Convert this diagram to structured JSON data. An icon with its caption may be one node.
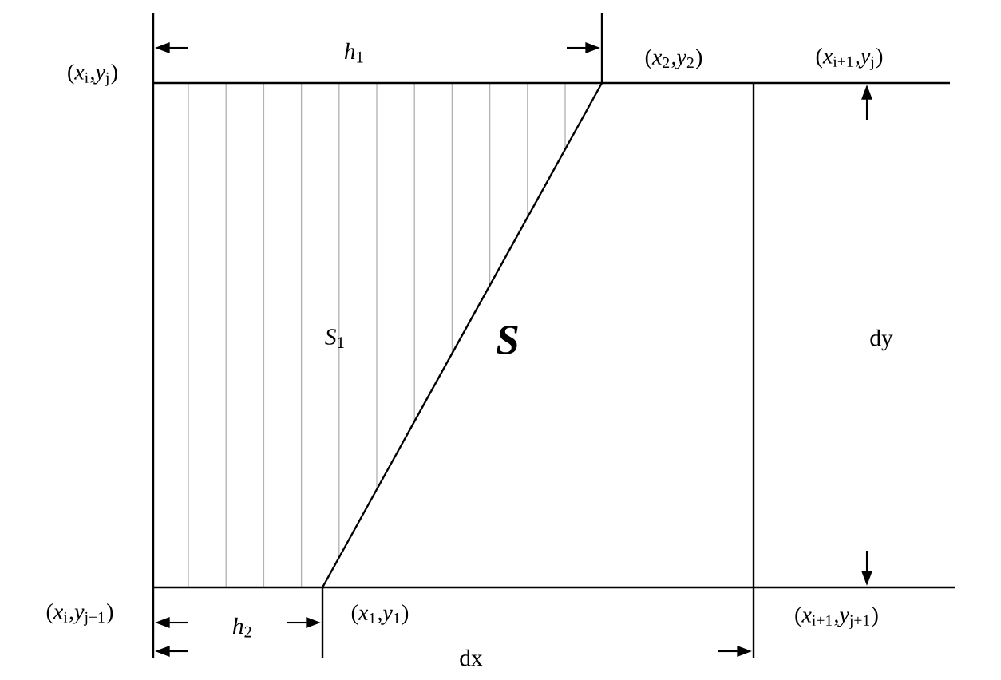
{
  "diagram": {
    "labels": [
      "*h*$_{1}$",
      "(*x*$_{i}$,*y*$_{j}$)",
      "(*x*$_{2}$,*y*$_{2}$)",
      "(*x*$_{i+1}$,*y*$_{j}$)",
      "*S*$_{1}$",
      "S",
      "dy",
      "(*x*$_{i}$,*y*$_{j+1}$)",
      "*h*$_{2}$",
      "(*x*$_{1}$,*y*$_{1}$)",
      "(*x*$_{i+1}$,*y*$_{j+1}$)",
      "dx"
    ]
  }
}
